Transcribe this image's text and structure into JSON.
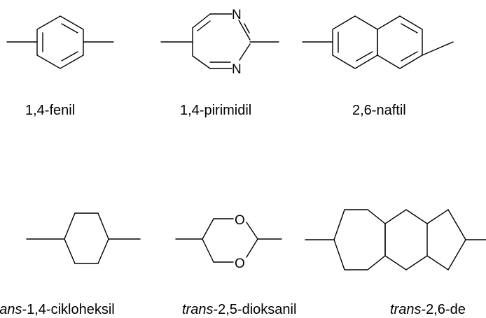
{
  "structures": [
    {
      "id": "phenyl",
      "name": "1,4-fenil",
      "atoms": []
    },
    {
      "id": "pyrimidyl",
      "name": "1,4-pirimidil",
      "atoms": [
        "N",
        "N"
      ]
    },
    {
      "id": "naphthyl",
      "name": "2,6-naftil",
      "atoms": []
    },
    {
      "id": "cyclohexyl",
      "prefix": "trans",
      "name": "-1,4-cikloheksil",
      "atoms": []
    },
    {
      "id": "dioxanyl",
      "prefix": "trans",
      "name": "-2,5-dioksanil",
      "atoms": [
        "O",
        "O"
      ]
    },
    {
      "id": "decalinyl",
      "prefix": "trans",
      "name": "-2,6-de",
      "atoms": []
    }
  ]
}
